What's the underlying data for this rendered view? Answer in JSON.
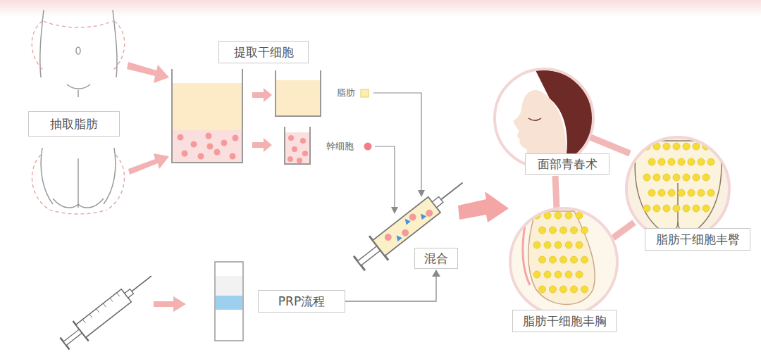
{
  "diagram": {
    "nodes": [
      {
        "text": [
          "抽取脂肪"
        ]
      },
      {
        "text": [
          "提取干细胞"
        ]
      },
      {
        "text": [
          "混合"
        ]
      },
      {
        "text": [
          "PRP流程"
        ]
      },
      {
        "text": [
          "面部青春术"
        ]
      },
      {
        "text": [
          "脂肪干细胞丰臀"
        ]
      },
      {
        "text": [
          "脂肪干细胞丰胸"
        ]
      }
    ],
    "edges": [
      {
        "from": 3,
        "to": 2,
        "arrow": "to"
      }
    ],
    "labels": [
      "脂肪",
      "幹细胞"
    ]
  }
}
